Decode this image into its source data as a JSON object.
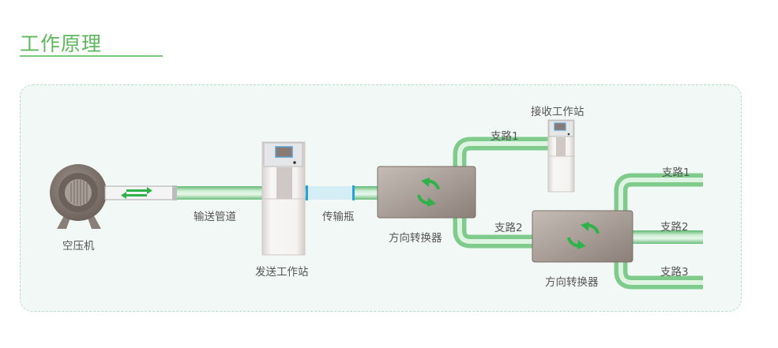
{
  "header": {
    "title": "工作原理"
  },
  "diagram": {
    "compressor": "空压机",
    "pipeline": "输送管道",
    "sender_station": "发送工作站",
    "carrier": "传输瓶",
    "diverter_1": "方向转换器",
    "receiver_station": "接收工作站",
    "branch_a1": "支路1",
    "branch_a2": "支路2",
    "diverter_2": "方向转换器",
    "branch_b1": "支路1",
    "branch_b2": "支路2",
    "branch_b3": "支路3"
  },
  "colors": {
    "accent": "#5cb85c",
    "pipe": "#7fcb8c",
    "device": "#9a8f88",
    "arrow": "#2fb24a"
  }
}
